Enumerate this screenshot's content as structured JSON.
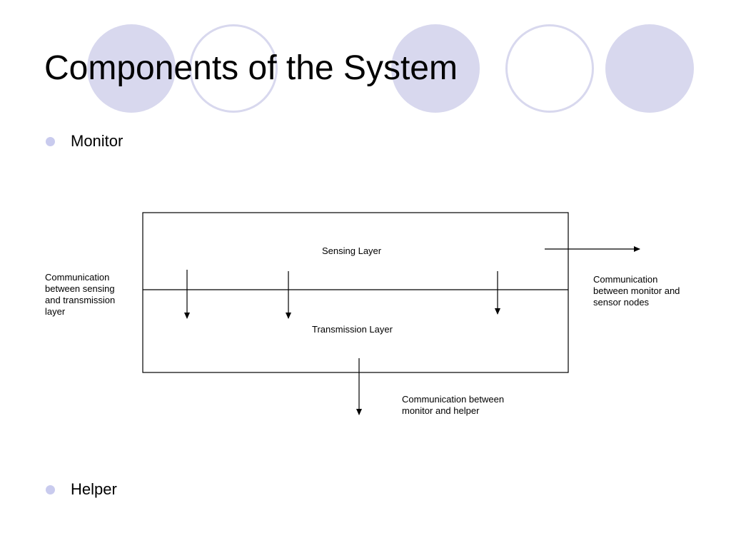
{
  "title": "Components of the System",
  "bullets": [
    "Monitor",
    "Helper"
  ],
  "diagram": {
    "sensing_layer": "Sensing Layer",
    "transmission_layer": "Transmission Layer",
    "left_note": [
      "Communication",
      "between sensing",
      "and transmission",
      "layer"
    ],
    "right_note": [
      "Communication",
      "between monitor and",
      "sensor nodes"
    ],
    "bottom_note": [
      "Communication between",
      "monitor and helper"
    ]
  },
  "colors": {
    "decor": "#d8d8ee",
    "bullet": "#c9cbee"
  }
}
